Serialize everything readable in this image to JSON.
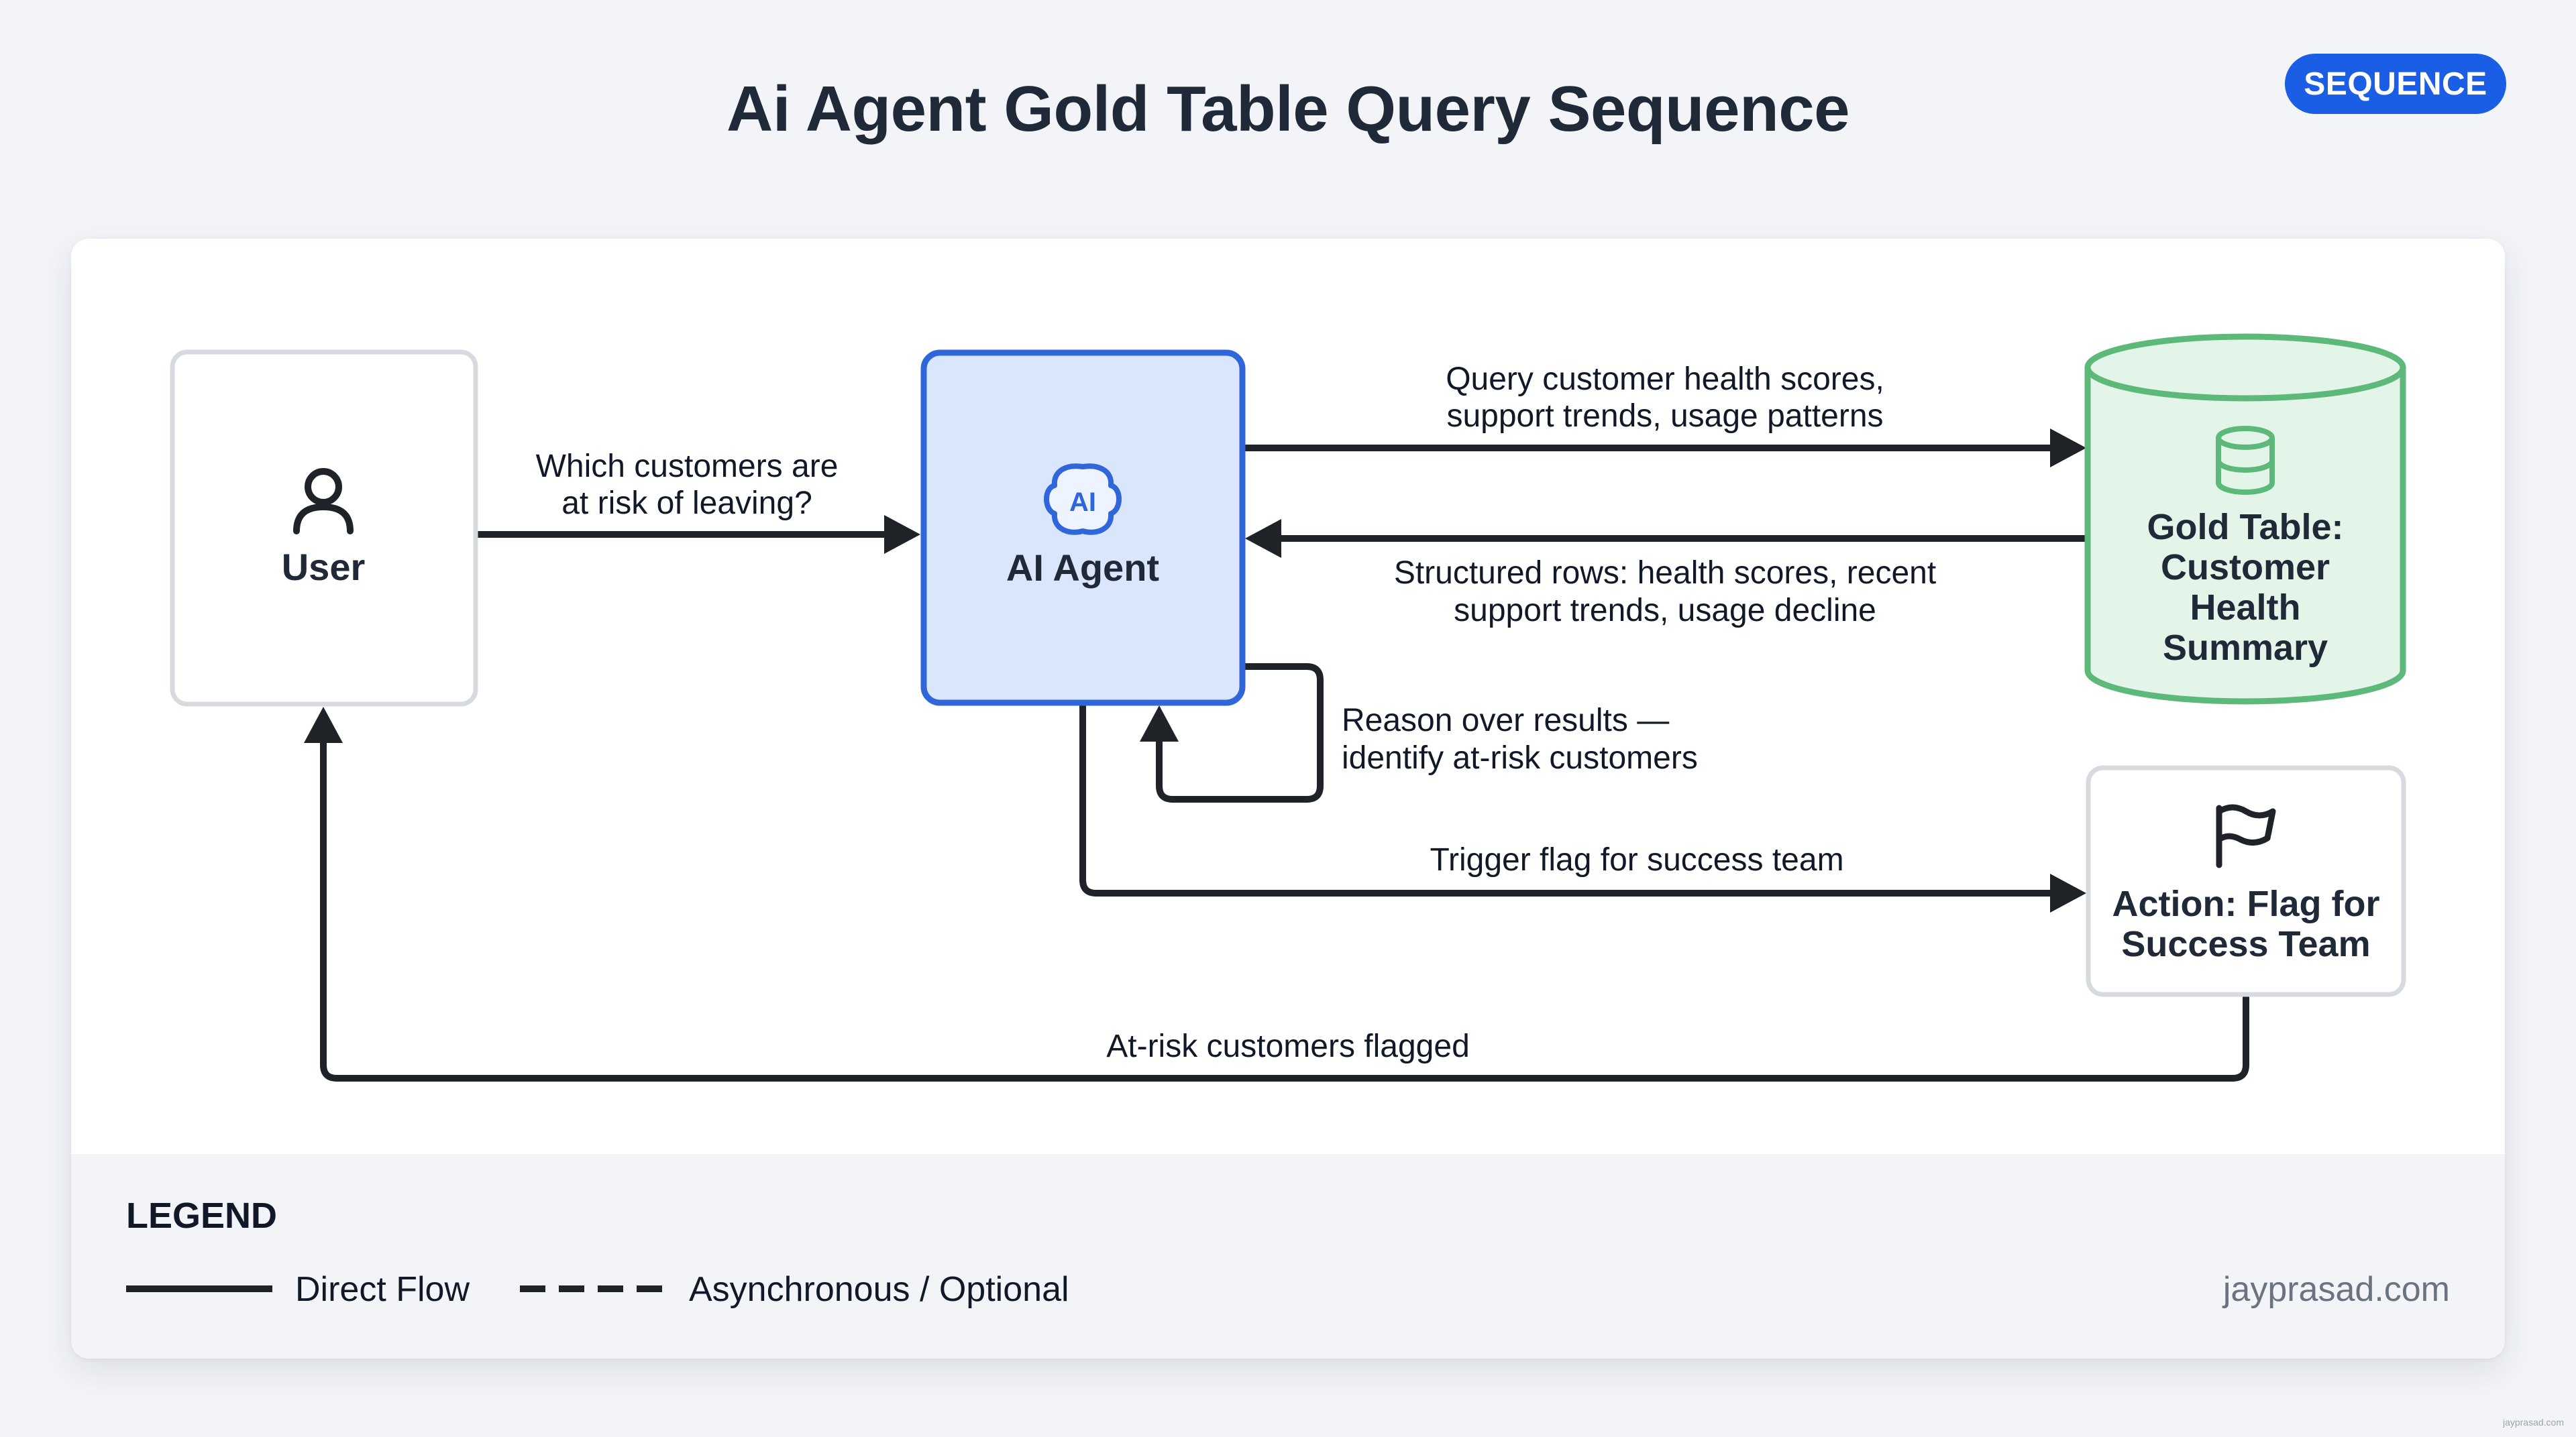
{
  "title": "Ai Agent Gold Table Query Sequence",
  "badge": "SEQUENCE",
  "nodes": {
    "user": {
      "label": "User",
      "icon": "person-icon"
    },
    "agent": {
      "label": "AI Agent",
      "icon": "ai-brain-icon",
      "icon_text": "AI"
    },
    "gold_table": {
      "label_lines": [
        "Gold Table:",
        "Customer",
        "Health",
        "Summary"
      ],
      "icon": "database-icon"
    },
    "action": {
      "label_lines": [
        "Action: Flag for",
        "Success Team"
      ],
      "icon": "flag-icon"
    }
  },
  "edges": {
    "user_to_agent": [
      "Which customers are",
      "at risk of leaving?"
    ],
    "agent_to_table": [
      "Query customer health scores,",
      "support trends, usage patterns"
    ],
    "table_to_agent": [
      "Structured rows: health scores, recent",
      "support trends, usage decline"
    ],
    "agent_self": [
      "Reason over results —",
      "identify at-risk customers"
    ],
    "agent_to_action": [
      "Trigger flag for success team"
    ],
    "action_to_user": [
      "At-risk customers flagged"
    ]
  },
  "legend": {
    "title": "LEGEND",
    "direct": "Direct Flow",
    "async": "Asynchronous / Optional"
  },
  "site": "jayprasad.com",
  "watermark": "jayprasad.com",
  "colors": {
    "badge": "#1a5ee6",
    "agent_fill": "#d9e6fb",
    "agent_border": "#2f66da",
    "table_fill": "#e3f4e8",
    "table_border": "#5db97a",
    "node_border": "#d7dbe0",
    "arrow": "#1f2328"
  }
}
